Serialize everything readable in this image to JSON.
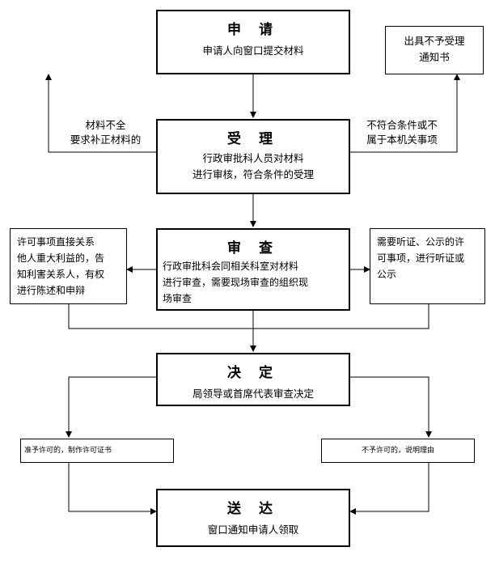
{
  "apply": {
    "title": "申 请",
    "text": "申请人向窗口提交材料"
  },
  "accept": {
    "title": "受 理",
    "text": [
      "行政审批科人员对材料",
      "进行审核，符合条件的受理"
    ]
  },
  "review": {
    "title": "审 查",
    "text": [
      "行政审批科会同相关科室对材料",
      "进行审查，需要现场审查的组织现",
      "场审查"
    ]
  },
  "decide": {
    "title": "决 定",
    "text": "局领导或首席代表审查决定"
  },
  "deliver": {
    "title": "送 达",
    "text": "窗口通知申请人领取"
  },
  "reject_notice": [
    "出具不予受理",
    "通知书"
  ],
  "incomplete_label": [
    "材料不全",
    "要求补正材料的"
  ],
  "not_qualified_label": [
    "不符合条件或不",
    "属于本机关事项"
  ],
  "interest_notice": [
    "许可事项直接关系",
    "他人重大利益的，告",
    "知利害关系人，有权",
    "进行陈述和申辩"
  ],
  "hearing_notice": [
    "需要听证、公示的许",
    "可事项，进行听证或",
    "公示"
  ],
  "approve_label": "准予许可的，制作许可证书",
  "deny_label": "不予许可的，说明理由"
}
